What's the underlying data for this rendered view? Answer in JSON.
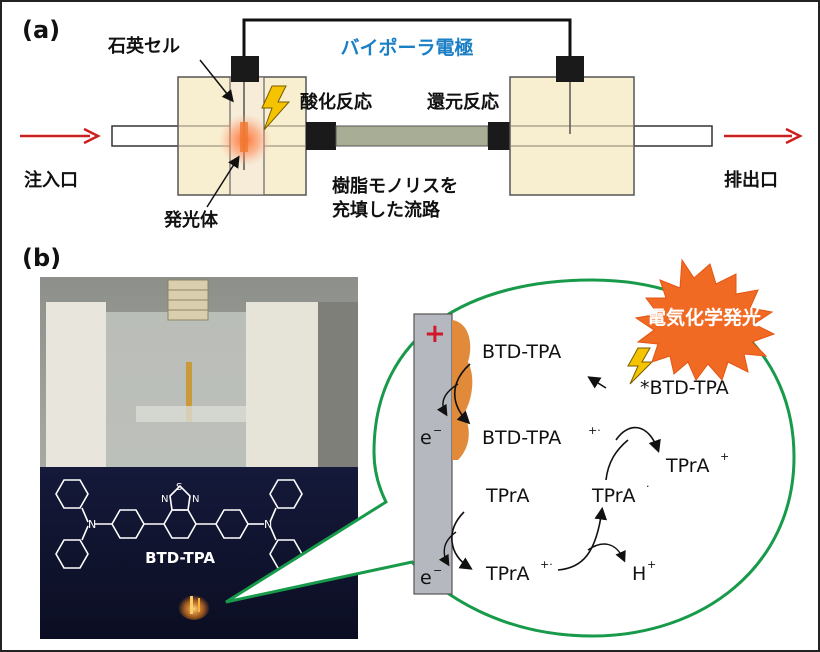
{
  "panel_a": {
    "label": "(a)",
    "quartz_cell": "石英セル",
    "bipolar_electrode": "バイポーラ電極",
    "oxidation": "酸化反応",
    "reduction": "還元反応",
    "inlet": "注入口",
    "outlet": "排出口",
    "emitter": "発光体",
    "channel_line1": "樹脂モノリスを",
    "channel_line2": "充填した流路"
  },
  "panel_b": {
    "label": "(b)",
    "molecule_name": "BTD-TPA",
    "burst_label": "電気化学発光",
    "plus": "+",
    "species": {
      "btd_tpa": "BTD-TPA",
      "btd_tpa_excited": "*BTD-TPA",
      "btd_tpa_cation": "BTD-TPA",
      "btd_tpa_cation_sup": "+·",
      "tpra_plus": "TPrA",
      "tpra_plus_sup": "+",
      "tpra": "TPrA",
      "tpra_rad": "TPrA",
      "tpra_rad_sup": "·",
      "tpra_cation": "TPrA",
      "tpra_cation_sup": "+·",
      "h_plus": "H",
      "h_plus_sup": "+",
      "electron1": "e",
      "electron1_sup": "−",
      "electron2": "e",
      "electron2_sup": "−"
    }
  },
  "colors": {
    "blue_text": "#1a7fc4",
    "red_arrow": "#cc1f1f",
    "green_outline": "#179a4a",
    "electrode_gray": "#b5b9bf",
    "orange_deposit": "#e08a3a",
    "block_fill": "#f8efd0",
    "lightning": "#f5c400",
    "burst": "#f06a24"
  }
}
